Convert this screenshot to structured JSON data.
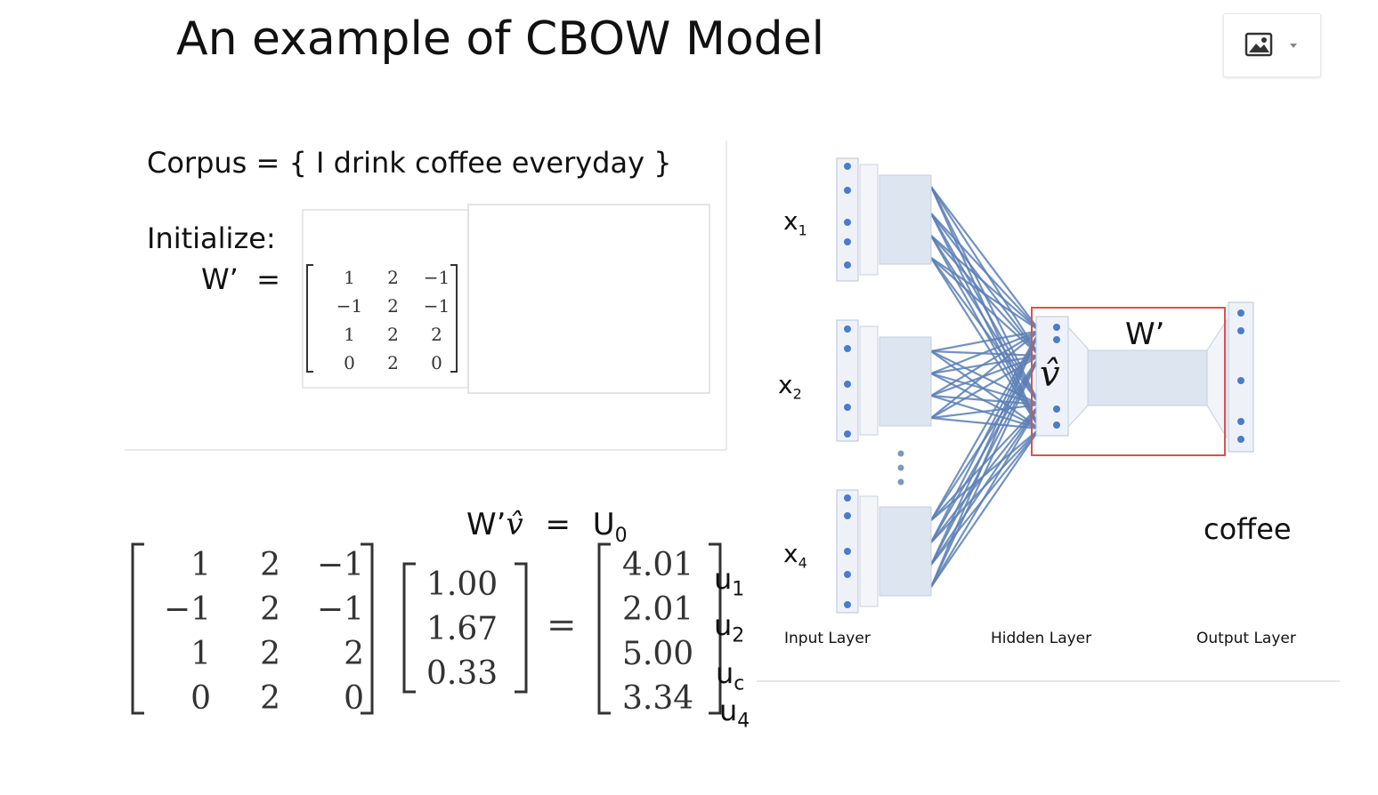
{
  "title": "An example of CBOW Model",
  "corpus_text": "Corpus = { I drink coffee everyday }",
  "initialize_label": "Initialize:",
  "w_prime_label": "W’  =",
  "w_prime_matrix": [
    [
      "1",
      "2",
      "−1"
    ],
    [
      "−1",
      "2",
      "−1"
    ],
    [
      "1",
      "2",
      "2"
    ],
    [
      "0",
      "2",
      "0"
    ]
  ],
  "equation": {
    "lhs": "W’",
    "hat_symbol": "v̂",
    "equals": "=",
    "rhs": "U",
    "rhs_sub": "0"
  },
  "v_vector": [
    "1.00",
    "1.67",
    "0.33"
  ],
  "result_vector": [
    "4.01",
    "2.01",
    "5.00",
    "3.34"
  ],
  "equals_sign": "=",
  "u_labels": [
    {
      "main": "u",
      "sub": "1"
    },
    {
      "main": "u",
      "sub": "2"
    },
    {
      "main": "u",
      "sub": "c"
    },
    {
      "main": "u",
      "sub": "4"
    }
  ],
  "diagram": {
    "inputs": [
      {
        "main": "x",
        "sub": "1"
      },
      {
        "main": "x",
        "sub": "2"
      },
      {
        "main": "x",
        "sub": "4"
      }
    ],
    "w_prime": "W’",
    "v_hat": "v̂",
    "output_word": "coffee",
    "layers": [
      "Input Layer",
      "Hidden Layer",
      "Output Layer"
    ]
  },
  "colors": {
    "edge": "#5b7fb5",
    "box": "#dde5f0",
    "highlight": "#d9534f",
    "node": "#4a7cc9"
  },
  "toolbar": {
    "image_icon": "image-icon",
    "dropdown_icon": "caret-down-icon"
  }
}
